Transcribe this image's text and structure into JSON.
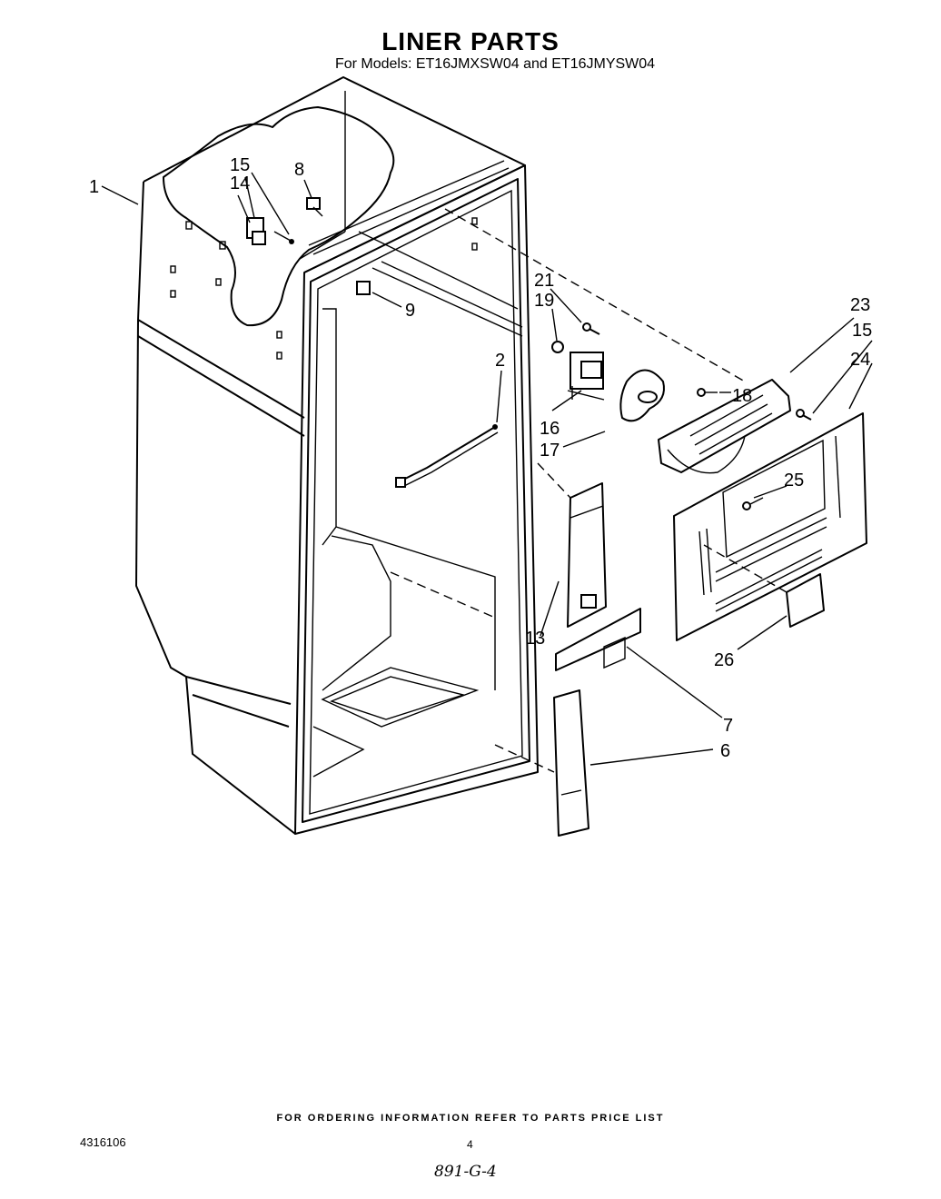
{
  "header": {
    "title": "LINER PARTS",
    "subtitle": "For Models: ET16JMXSW04 and ET16JMYSW04"
  },
  "callouts": {
    "c1": "1",
    "c2": "2",
    "c6": "6",
    "c7": "7",
    "c8": "8",
    "c9": "9",
    "c13": "13",
    "c14": "14",
    "c15a": "15",
    "c15b": "15",
    "c16": "16",
    "c17": "17",
    "c18": "18",
    "c19": "19",
    "c21": "21",
    "c23": "23",
    "c24": "24",
    "c25": "25",
    "c26": "26"
  },
  "footer": {
    "ordering_note": "FOR ORDERING INFORMATION REFER TO PARTS PRICE LIST",
    "doc_number": "4316106",
    "page_number": "4",
    "handwritten_code": "891-G-4"
  }
}
